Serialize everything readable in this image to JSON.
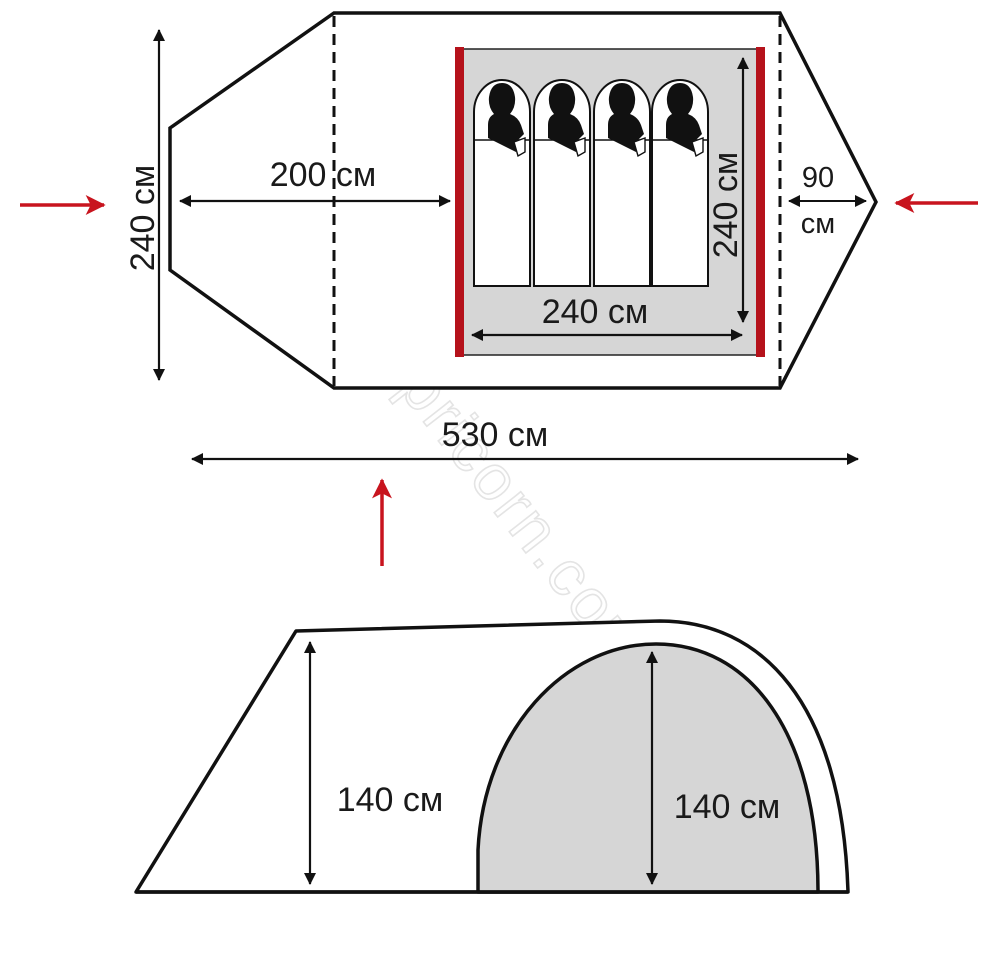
{
  "watermark": "www.capricorn.com.ua",
  "colors": {
    "outline": "#111111",
    "inner_tent_fill": "#d6d6d6",
    "pole_red": "#b5121b",
    "arrow_red": "#c8141e",
    "sleeping_bag": "#ffffff"
  },
  "plan_view": {
    "overall_width_label": "240 см",
    "vestibule_depth_label": "200 см",
    "inner_length_label": "240 см",
    "inner_width_label": "240 см",
    "rear_apse_label_value": "90",
    "rear_apse_label_unit": "см",
    "total_length_label": "530 см",
    "sleeping_places": 4
  },
  "side_view": {
    "vestibule_height_label": "140 см",
    "inner_height_label": "140 см"
  }
}
